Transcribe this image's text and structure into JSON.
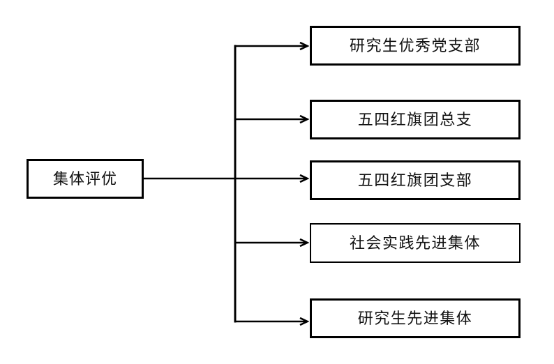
{
  "diagram": {
    "type": "tree",
    "orientation": "left-to-right",
    "background_color": "#ffffff",
    "line_color": "#000000",
    "text_color": "#111111",
    "arrow_style": "open-v",
    "root": {
      "id": "root",
      "label": "集体评优"
    },
    "children": [
      {
        "id": "child-1",
        "label": "研究生优秀党支部"
      },
      {
        "id": "child-2",
        "label": "五四红旗团总支"
      },
      {
        "id": "child-3",
        "label": "五四红旗团支部"
      },
      {
        "id": "child-4",
        "label": "社会实践先进集体"
      },
      {
        "id": "child-5",
        "label": "研究生先进集体"
      }
    ]
  }
}
